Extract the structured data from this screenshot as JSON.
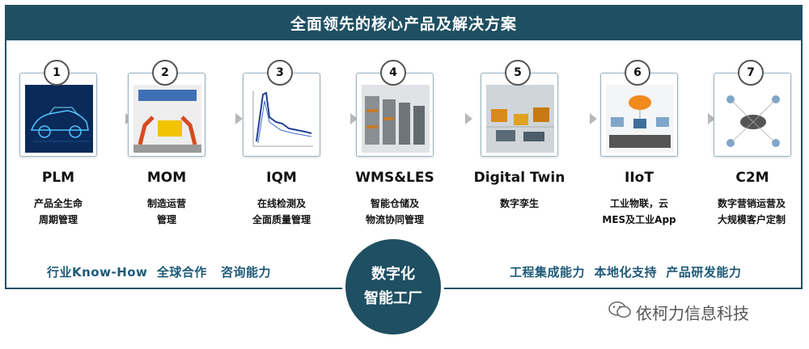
{
  "header": {
    "title": "全面领先的核心产品及解决方案"
  },
  "products": [
    {
      "num": "1",
      "name": "PLM",
      "desc": [
        "产品全生命",
        "周期管理"
      ],
      "icon": "car-wireframe-icon"
    },
    {
      "num": "2",
      "name": "MOM",
      "desc": [
        "制造运营",
        "管理"
      ],
      "icon": "robot-arm-icon"
    },
    {
      "num": "3",
      "name": "IQM",
      "desc": [
        "在线检测及",
        "全面质量管理"
      ],
      "icon": "quality-chart-icon"
    },
    {
      "num": "4",
      "name": "WMS&LES",
      "desc": [
        "智能仓储及",
        "物流协同管理"
      ],
      "icon": "warehouse-shelves-icon"
    },
    {
      "num": "5",
      "name": "Digital Twin",
      "desc": [
        "数字孪生"
      ],
      "icon": "digital-factory-icon"
    },
    {
      "num": "6",
      "name": "IIoT",
      "desc": [
        "工业物联，云",
        "MES及工业App"
      ],
      "icon": "iot-cloud-icon"
    },
    {
      "num": "7",
      "name": "C2M",
      "desc": [
        "数字营销运营及",
        "大规模客户定制"
      ],
      "icon": "c2m-network-icon"
    }
  ],
  "footer": {
    "left": "行业Know-How  全球合作   咨询能力",
    "right": "工程集成能力  本地化支持  产品研发能力"
  },
  "center": {
    "line1": "数字化",
    "line2": "智能工厂"
  },
  "watermark": {
    "text": "依柯力信息科技",
    "icon": "wechat-icon"
  },
  "colors": {
    "brand": "#1e4f62",
    "accent": "#1e5a78"
  }
}
